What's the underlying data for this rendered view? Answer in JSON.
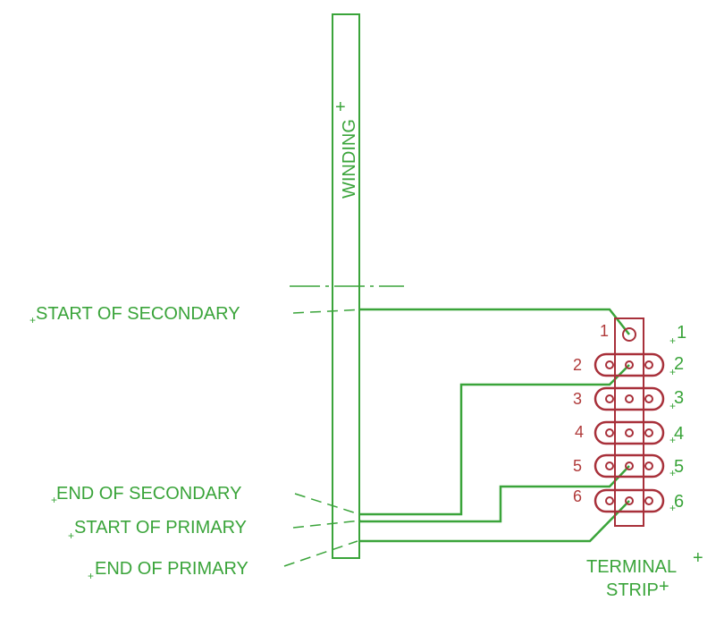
{
  "winding_label": "WINDING",
  "labels": {
    "start_secondary": "START OF SECONDARY",
    "end_secondary": "END OF SECONDARY",
    "start_primary": "START OF PRIMARY",
    "end_primary": "END OF PRIMARY"
  },
  "terminal_strip": {
    "title_line1": "TERMINAL",
    "title_line2": "STRIP",
    "left_numbers": [
      "1",
      "2",
      "3",
      "4",
      "5",
      "6"
    ],
    "right_numbers": [
      "1",
      "2",
      "3",
      "4",
      "5",
      "6"
    ]
  },
  "colors": {
    "wire": "#3aa43a",
    "terminal": "#a8303a",
    "number": "#b03a3a"
  }
}
